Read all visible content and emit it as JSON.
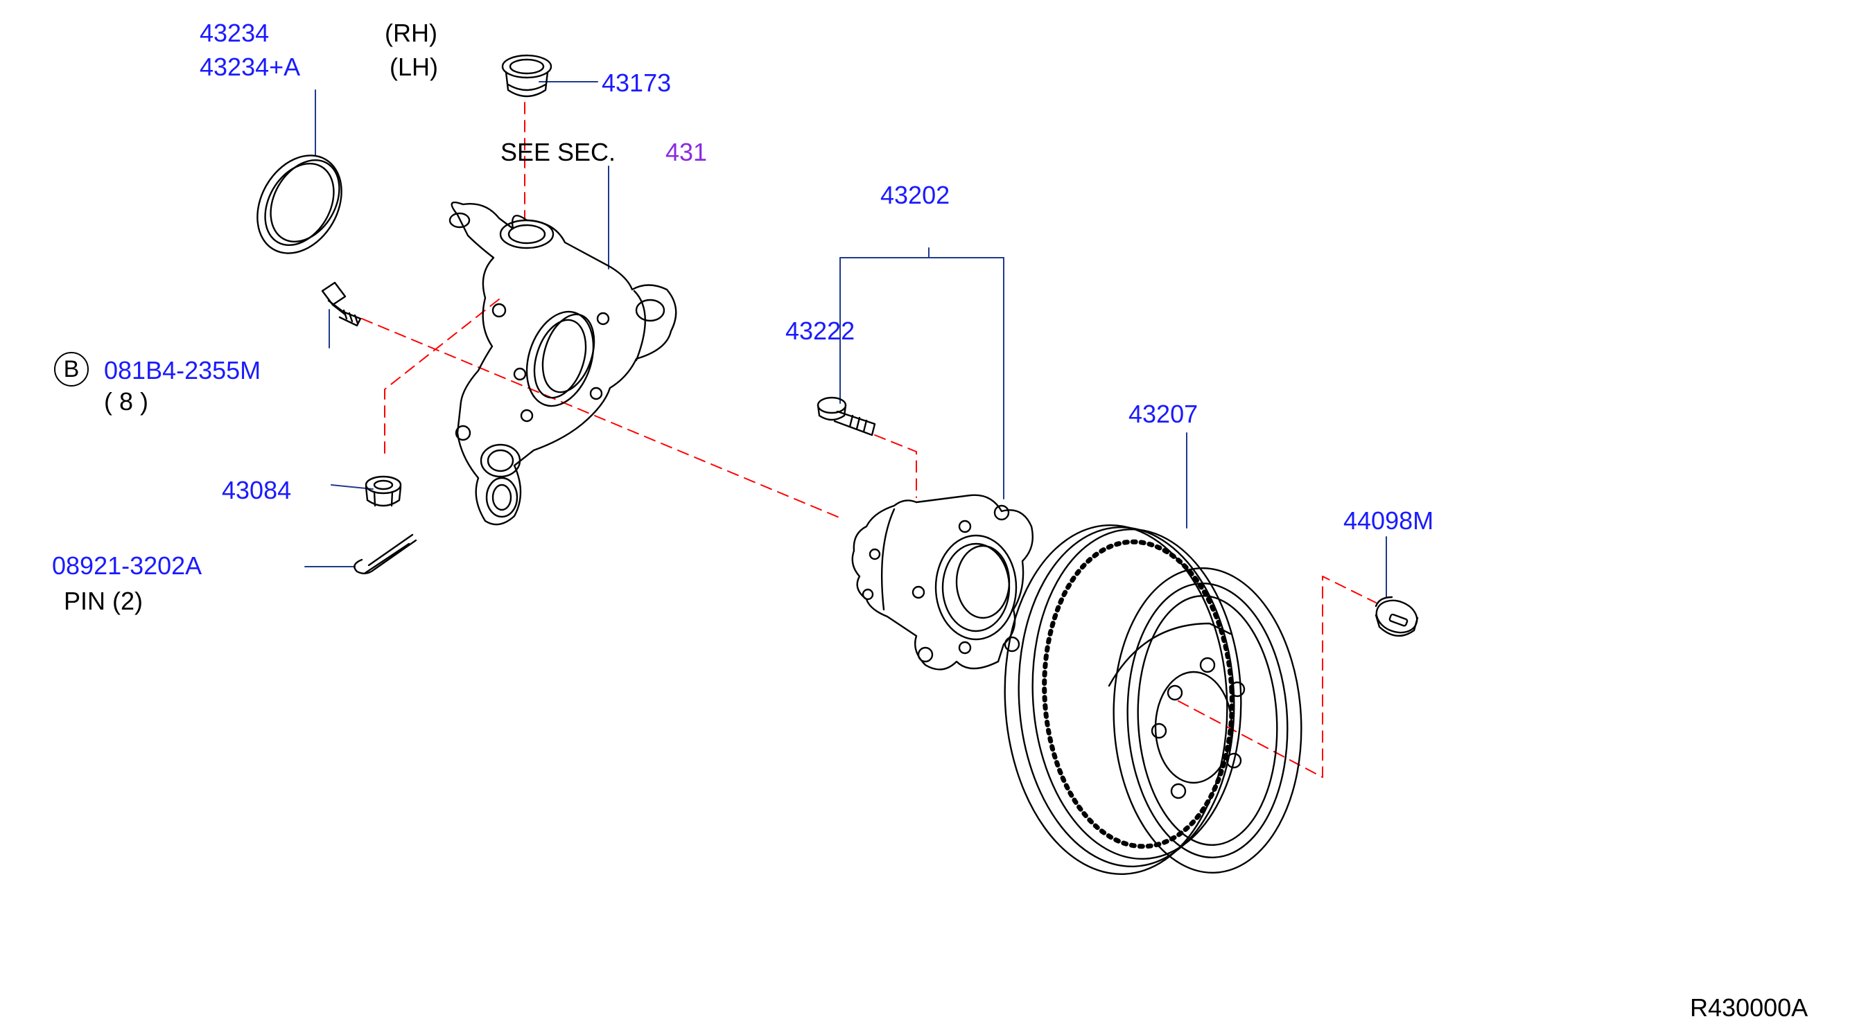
{
  "parts": {
    "seal_rh": "43234",
    "seal_rh_side": "(RH)",
    "seal_lh": "43234+A",
    "seal_lh_side": "(LH)",
    "bushing": "43173",
    "see_sec": "SEE  SEC.",
    "see_sec_num": "431",
    "hub_assy": "43202",
    "hub_bolt": "43222",
    "bolt_circle": "B",
    "bolt_part": "081B4-2355M",
    "bolt_qty": "( 8 )",
    "nut": "43084",
    "pin_part": "08921-3202A",
    "pin_label": "PIN (2)",
    "rotor": "43207",
    "plug": "44098M",
    "figure_code": "R430000A"
  },
  "colors": {
    "part_number": "#1a1aff",
    "reference": "#8a2be2",
    "dash_line": "#ff0000",
    "leader": "#1e3a8a",
    "drawing": "#000000"
  }
}
